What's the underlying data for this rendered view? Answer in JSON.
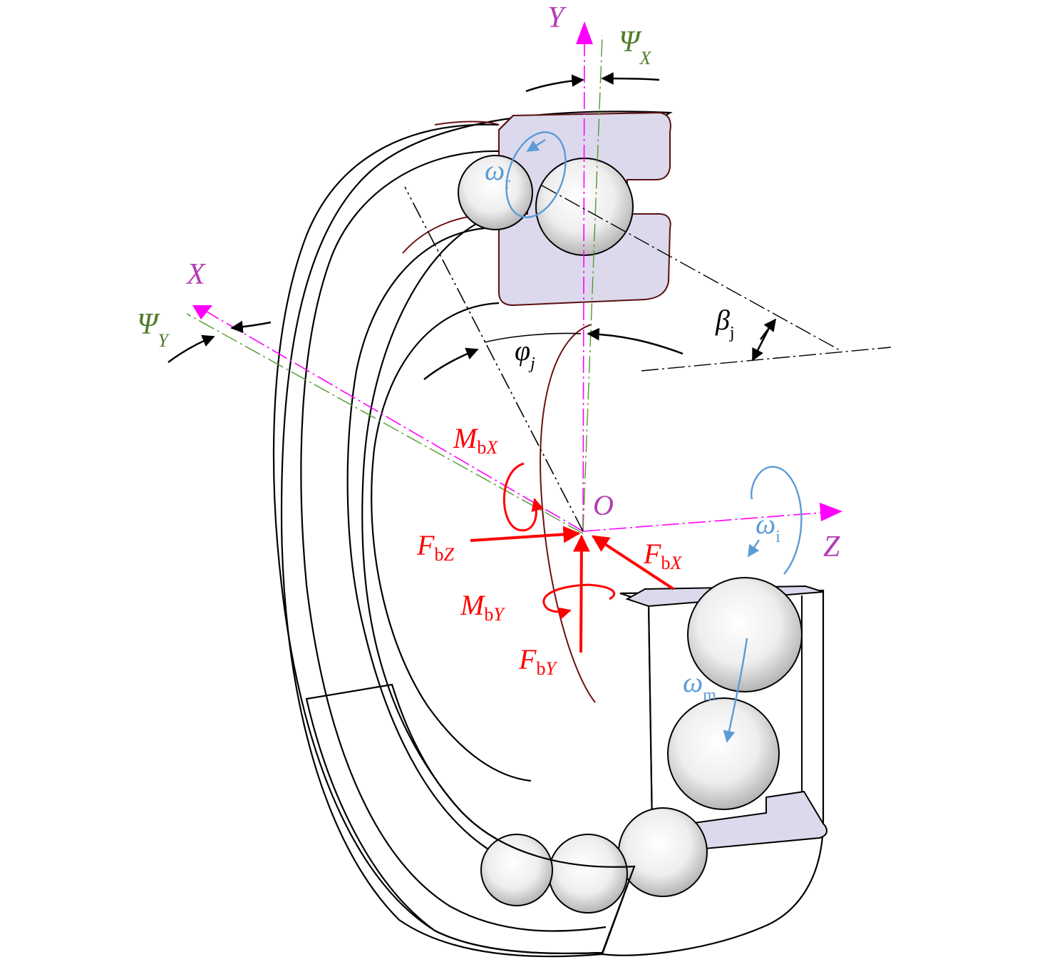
{
  "colors": {
    "axis": "#ff00ff",
    "axis_label": "#b43cb4",
    "psi": "#4f7d2a",
    "force": "#ff0000",
    "omega": "#5b9bd5",
    "black": "#000000",
    "cage_fill": "#dcd9ec",
    "ring_edge": "#6b1111"
  },
  "labels": {
    "axis_y": "Y",
    "axis_x": "X",
    "axis_z": "Z",
    "origin": "O",
    "psi_x": {
      "main": "Ψ",
      "sub": "X"
    },
    "psi_y": {
      "main": "Ψ",
      "sub": "Y"
    },
    "omega_r": {
      "main": "ω",
      "sub": "r"
    },
    "omega_i": {
      "main": "ω",
      "sub": "i"
    },
    "omega_m": {
      "main": "ω",
      "sub": "m"
    },
    "phi_j": {
      "main": "φ",
      "sub": "j"
    },
    "beta_j": {
      "main": "β",
      "sub": "j"
    },
    "m_bx": {
      "main": "M",
      "sub_b": "b",
      "sub_axis": "X"
    },
    "m_by": {
      "main": "M",
      "sub_b": "b",
      "sub_axis": "Y"
    },
    "f_bz": {
      "main": "F",
      "sub_b": "b",
      "sub_axis": "Z"
    },
    "f_bx": {
      "main": "F",
      "sub_b": "b",
      "sub_axis": "X"
    },
    "f_by": {
      "main": "F",
      "sub_b": "b",
      "sub_axis": "Y"
    }
  },
  "icons": {
    "ball": "bearing-ball",
    "cage": "cage-section",
    "ring": "outer-ring"
  }
}
